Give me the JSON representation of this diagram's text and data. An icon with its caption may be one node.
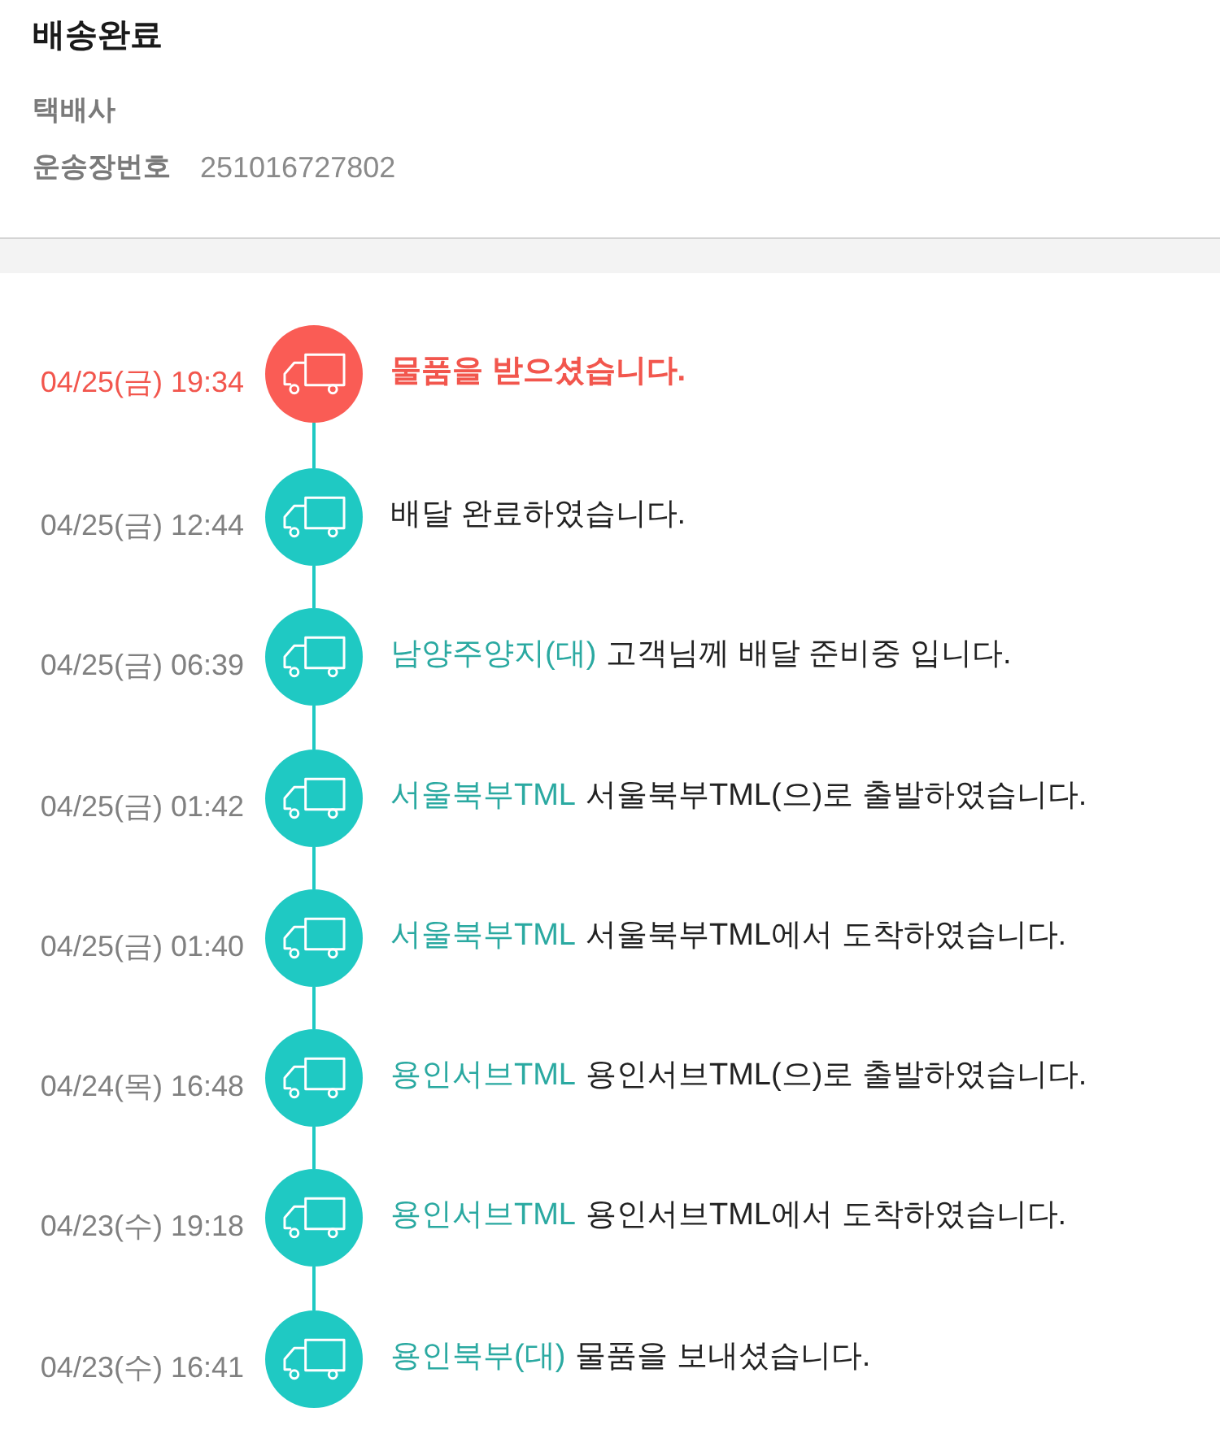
{
  "diagram": {
    "title": "배송완료",
    "nodes": [
      {
        "text": [],
        "shape": "circle",
        "beside": [
          "04/25(금) 19:34",
          "물품을 받으셨습니다."
        ]
      },
      {
        "text": [],
        "shape": "circle",
        "beside": [
          "04/25(금) 12:44",
          "배달 완료하였습니다."
        ]
      },
      {
        "text": [],
        "shape": "circle",
        "beside": [
          "04/25(금) 06:39",
          "남양주양지(대)",
          "고객님께 배달 준비중 입니다."
        ]
      },
      {
        "text": [],
        "shape": "circle",
        "beside": [
          "04/25(금) 01:42",
          "서울북부TML",
          "서울북부TML(으)로 출발하였습니다."
        ]
      },
      {
        "text": [],
        "shape": "circle",
        "beside": [
          "04/25(금) 01:40",
          "서울북부TML",
          "서울북부TML에서 도착하였습니다."
        ]
      },
      {
        "text": [],
        "shape": "circle",
        "beside": [
          "04/24(목) 16:48",
          "용인서브TML",
          "용인서브TML(으)로 출발하였습니다."
        ]
      },
      {
        "text": [],
        "shape": "circle",
        "beside": [
          "04/23(수) 19:18",
          "용인서브TML",
          "용인서브TML에서 도착하였습니다."
        ]
      },
      {
        "text": [],
        "shape": "circle",
        "beside": [
          "04/23(수) 16:41",
          "용인북부(대)",
          "물품을 보내셨습니다."
        ]
      }
    ],
    "edges": [
      {
        "from": 0,
        "to": 1,
        "arrow": "none"
      },
      {
        "from": 1,
        "to": 2,
        "arrow": "none"
      },
      {
        "from": 2,
        "to": 3,
        "arrow": "none"
      },
      {
        "from": 3,
        "to": 4,
        "arrow": "none"
      },
      {
        "from": 4,
        "to": 5,
        "arrow": "none"
      },
      {
        "from": 5,
        "to": 6,
        "arrow": "none"
      },
      {
        "from": 6,
        "to": 7,
        "arrow": "none"
      }
    ],
    "labels": [
      "택배사",
      "운송장번호",
      "251016727802"
    ]
  }
}
